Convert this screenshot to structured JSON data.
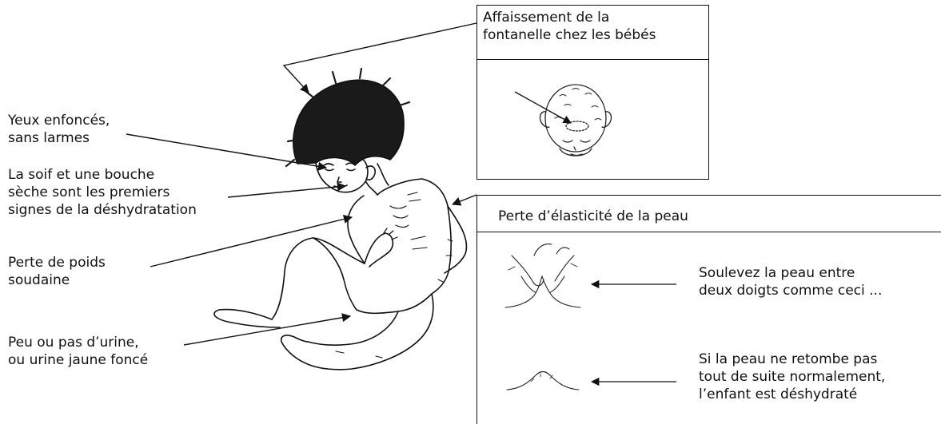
{
  "labels": {
    "eyes": "Yeux enfoncés,\nsans larmes",
    "thirst": "La soif et une bouche\nsèche sont les premiers\nsignes de la déshydratation",
    "weight": "Perte de poids\nsoudaine",
    "urine": "Peu ou pas d’urine,\nou urine jaune foncé"
  },
  "fontanelle_box": {
    "title": "Affaissement de la\nfontanelle chez les bébés"
  },
  "skin_box": {
    "title": "Perte d’élasticité de la peau",
    "step1": "Soulevez la peau entre\ndeux doigts comme ceci ...",
    "step2": "Si la peau ne retombe pas\ntout de suite normalement,\nl’enfant est déshydraté"
  },
  "colors": {
    "ink": "#111111",
    "background": "#ffffff"
  }
}
